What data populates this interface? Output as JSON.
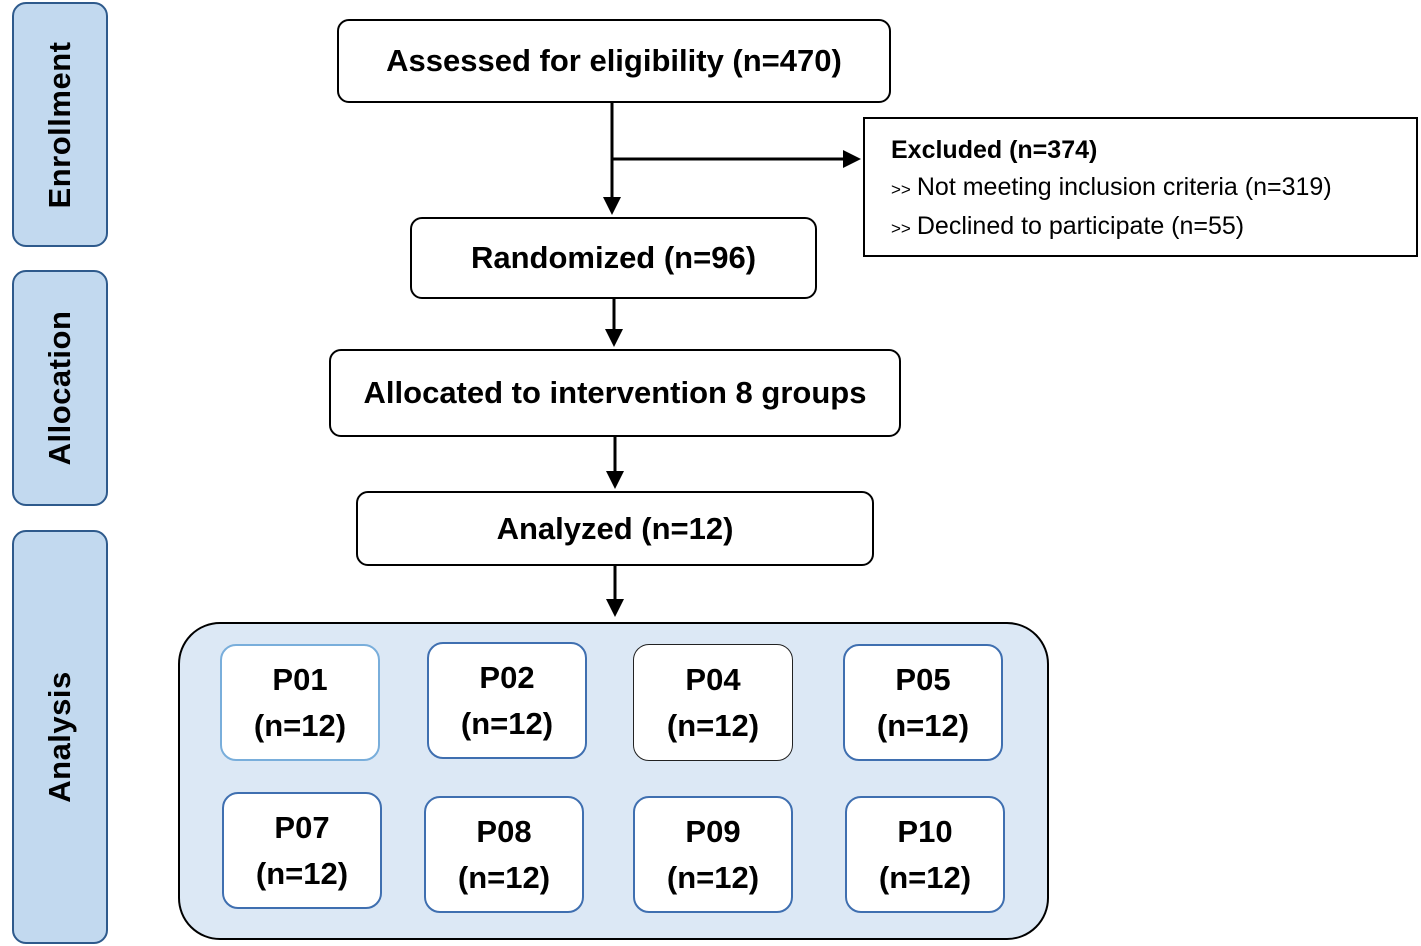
{
  "stages": {
    "enrollment": "Enrollment",
    "allocation": "Allocation",
    "analysis": "Analysis"
  },
  "flow": {
    "assessed": "Assessed for eligibility (n=470)",
    "randomized": "Randomized (n=96)",
    "allocated": "Allocated to intervention 8 groups",
    "analyzed": "Analyzed (n=12)"
  },
  "excluded": {
    "title": "Excluded (n=374)",
    "marker": ">>",
    "items": [
      "Not meeting inclusion criteria (n=319)",
      "Declined to participate (n=55)"
    ]
  },
  "groups": [
    {
      "id": "P01",
      "n": "(n=12)"
    },
    {
      "id": "P02",
      "n": "(n=12)"
    },
    {
      "id": "P04",
      "n": "(n=12)"
    },
    {
      "id": "P05",
      "n": "(n=12)"
    },
    {
      "id": "P07",
      "n": "(n=12)"
    },
    {
      "id": "P08",
      "n": "(n=12)"
    },
    {
      "id": "P09",
      "n": "(n=12)"
    },
    {
      "id": "P10",
      "n": "(n=12)"
    }
  ]
}
